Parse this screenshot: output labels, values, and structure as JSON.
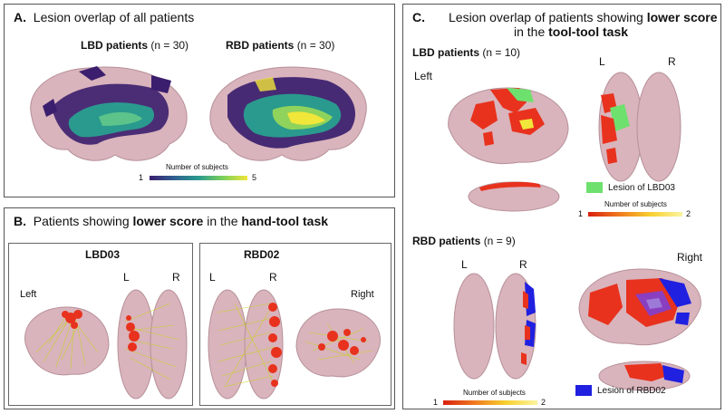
{
  "panelA": {
    "letter": "A.",
    "title": "Lesion overlap of all patients",
    "lbd_label": "LBD patients",
    "lbd_n": "(n = 30)",
    "rbd_label": "RBD patients",
    "rbd_n": "(n = 30)",
    "colorbar": {
      "title": "Number of subjects",
      "min": "1",
      "max": "5"
    }
  },
  "panelB": {
    "letter": "B.",
    "title_pre": "Patients showing ",
    "title_bold1": "lower score",
    "title_mid": " in the ",
    "title_bold2": "hand-tool task",
    "lbd": {
      "id": "LBD03",
      "side": "Left",
      "L": "L",
      "R": "R"
    },
    "rbd": {
      "id": "RBD02",
      "side": "Right",
      "L": "L",
      "R": "R"
    }
  },
  "panelC": {
    "letter": "C.",
    "title_line1_pre": "Lesion overlap of patients showing ",
    "title_line1_bold": "lower score",
    "title_line2_pre": "in the ",
    "title_line2_bold": "tool-tool task",
    "lbd_label": "LBD patients",
    "lbd_n": "(n = 10)",
    "lbd_side": "Left",
    "lbd_L": "L",
    "lbd_R": "R",
    "lbd_legend": "Lesion of LBD03",
    "lbd_colorbar": {
      "title": "Number of subjects",
      "min": "1",
      "max": "2"
    },
    "rbd_label": "RBD patients",
    "rbd_n": "(n = 9)",
    "rbd_side": "Right",
    "rbd_L": "L",
    "rbd_R": "R",
    "rbd_legend": "Lesion of RBD02",
    "rbd_colorbar": {
      "title": "Number of subjects",
      "min": "1",
      "max": "2"
    }
  },
  "colors": {
    "brain": "#d9b4bc",
    "viridis_low": "#3b1e6e",
    "viridis_mid": "#2a9a8e",
    "viridis_high": "#f1e63a",
    "lesion_red": "#e8321e",
    "lesion_green": "#6ee06e",
    "lesion_blue": "#2020e0"
  }
}
